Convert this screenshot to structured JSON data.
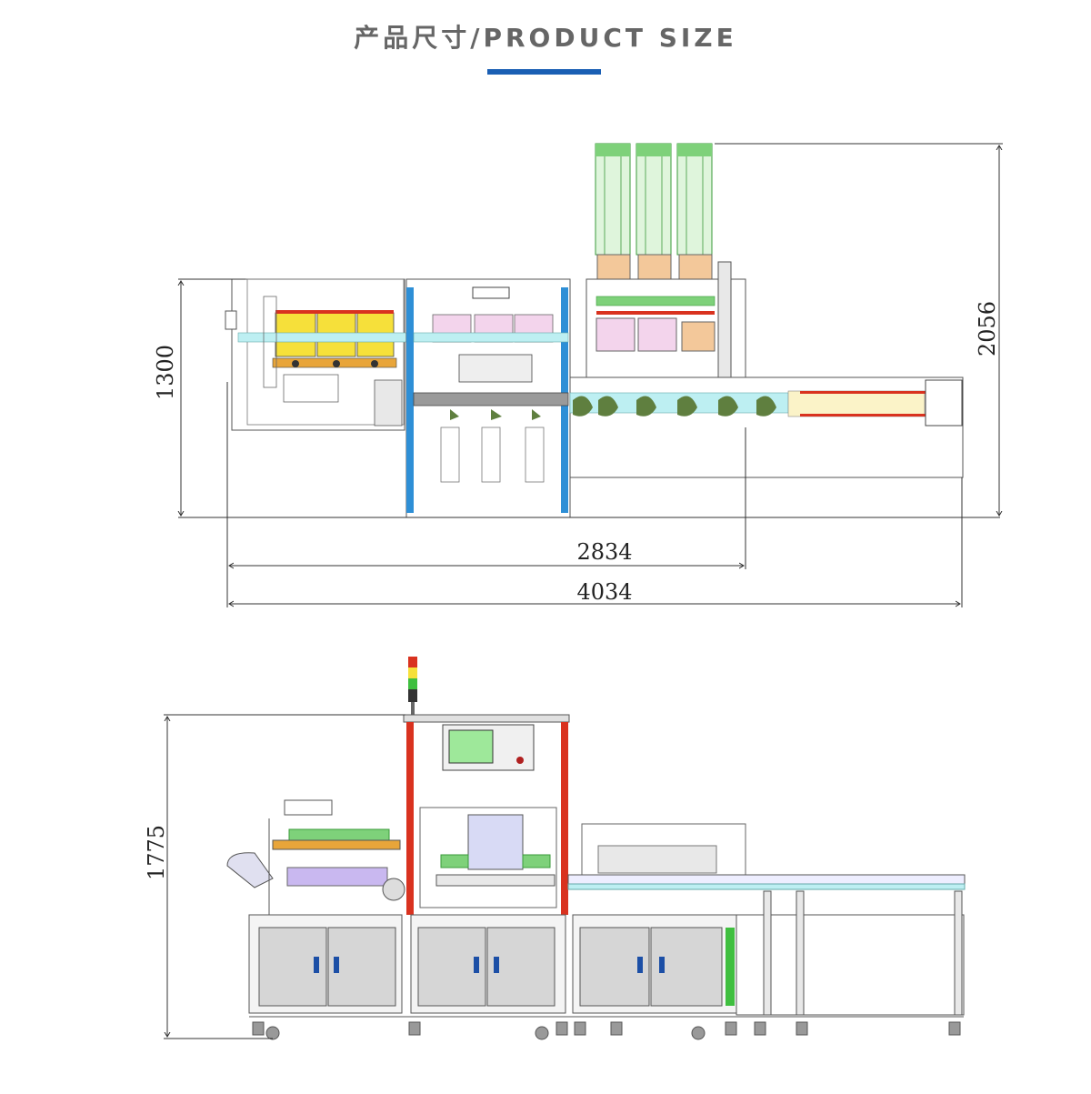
{
  "header": {
    "title": "产品尺寸/PRODUCT SIZE"
  },
  "colors": {
    "accent": "#1a5fb4",
    "frame_blue": "#2e8fd6",
    "frame_red": "#d9321f",
    "yellow": "#f6e03a",
    "pink": "#f3d4ec",
    "green": "#7ed17a",
    "cyan": "#bdeff2",
    "orange": "#f3c89a",
    "leaf": "#5f7f3f",
    "panel_grey": "#d6d6d6",
    "handle_blue": "#1c4fa6",
    "line": "#333333"
  },
  "dimensions": {
    "top_view": {
      "height_left": "1300",
      "height_right": "2056",
      "width_inner": "2834",
      "width_total": "4034"
    },
    "side_view": {
      "height": "1775"
    }
  }
}
